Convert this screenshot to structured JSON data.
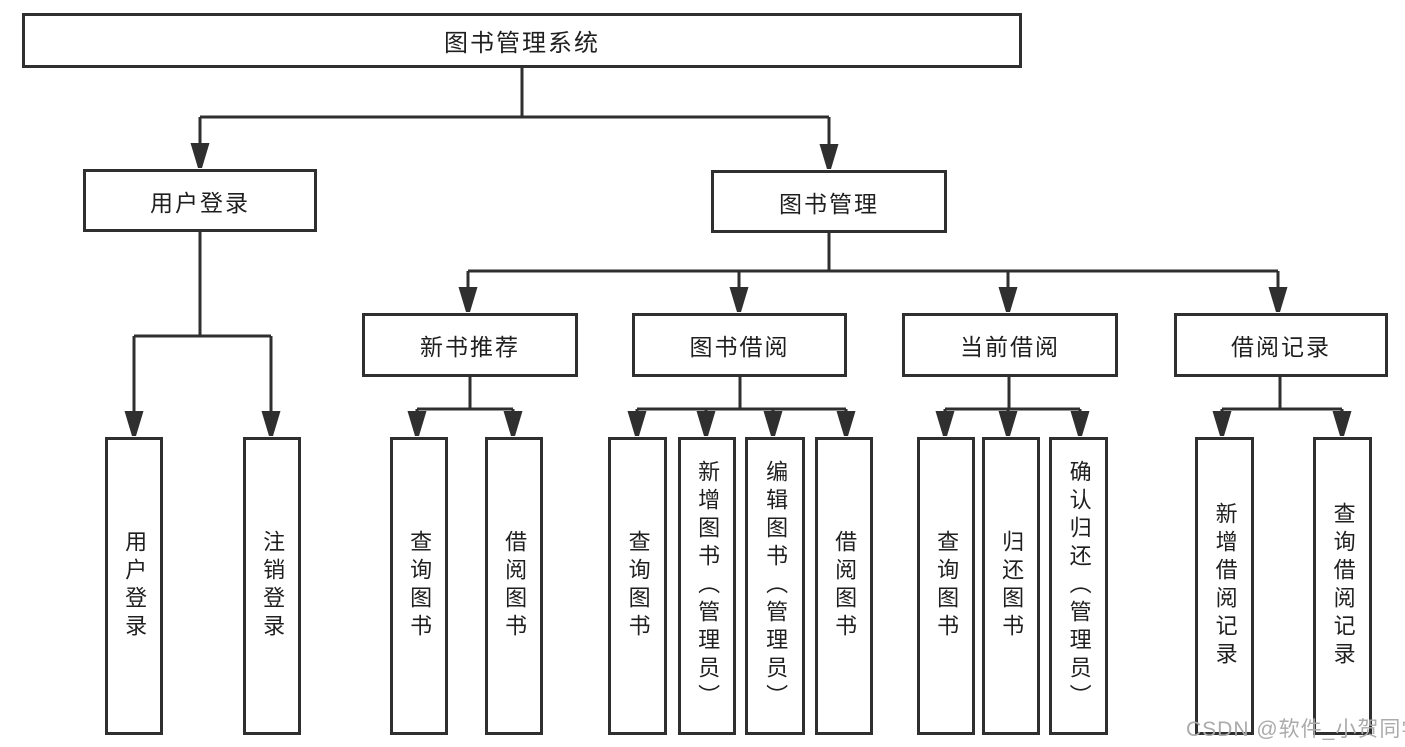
{
  "tree": {
    "label": "图书管理系统",
    "children": [
      {
        "label": "用户登录",
        "children": [
          {
            "label": "用户登录"
          },
          {
            "label": "注销登录"
          }
        ]
      },
      {
        "label": "图书管理",
        "children": [
          {
            "label": "新书推荐",
            "children": [
              {
                "label": "查询图书"
              },
              {
                "label": "借阅图书"
              }
            ]
          },
          {
            "label": "图书借阅",
            "children": [
              {
                "label": "查询图书"
              },
              {
                "label": "新增图书（管理员）"
              },
              {
                "label": "编辑图书（管理员）"
              },
              {
                "label": "借阅图书"
              }
            ]
          },
          {
            "label": "当前借阅",
            "children": [
              {
                "label": "查询图书"
              },
              {
                "label": "归还图书"
              },
              {
                "label": "确认归还（管理员）"
              }
            ]
          },
          {
            "label": "借阅记录",
            "children": [
              {
                "label": "新增借阅记录"
              },
              {
                "label": "查询借阅记录"
              }
            ]
          }
        ]
      }
    ]
  },
  "watermark": "CSDN @软件_小贺同学",
  "colors": {
    "line": "#2f2f2f",
    "box_border": "#2f2f2f",
    "text": "#1f1f1f",
    "watermark": "#ababab",
    "background": "#ffffff"
  }
}
